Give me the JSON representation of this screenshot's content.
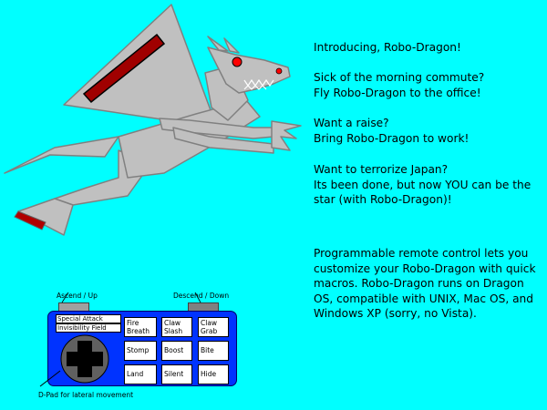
{
  "colors": {
    "background": "#00FFFF",
    "dragon_body": "#C0C0C0",
    "dragon_outline": "#808080",
    "controller": "#0033FF",
    "eye": "#FF0000",
    "dpad": "#606060"
  },
  "ad": {
    "title": "Introducing, Robo-Dragon!",
    "p1": "Sick of the morning commute?\nFly Robo-Dragon to the office!",
    "p2": "Want a raise?\nBring Robo-Dragon to work!",
    "p3": "Want to terrorize Japan?\nIts been done, but now YOU can be the star (with Robo-Dragon)!",
    "p4": "Programmable remote control lets you customize your Robo-Dragon with quick macros.  Robo-Dragon runs on Dragon OS, compatible with UNIX, Mac OS, and Windows XP (sorry, no Vista)."
  },
  "controller": {
    "ascend_label": "Ascend / Up",
    "descend_label": "Descend / Down",
    "special_attack": "Special Attack",
    "invisibility_field": "Invisibility Field",
    "dpad_label": "D-Pad for lateral movement",
    "buttons": [
      "Fire\nBreath",
      "Claw\nSlash",
      "Claw\nGrab",
      "Stomp",
      "Boost",
      "Bite",
      "Land",
      "Silent",
      "Hide"
    ]
  }
}
